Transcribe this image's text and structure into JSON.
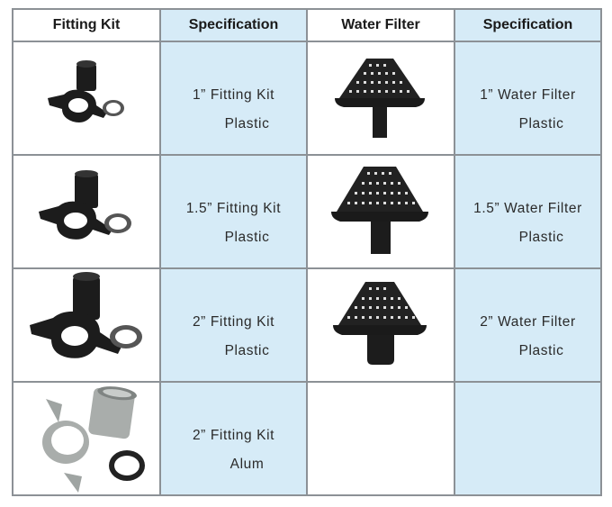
{
  "table": {
    "headers": [
      "Fitting Kit",
      "Specification",
      "Water Filter",
      "Specification"
    ],
    "rows": [
      {
        "fitting_kit_image": "black-plastic-fitting-kit-1in",
        "fitting_spec": {
          "line1": "1” Fitting Kit",
          "line2": "Plastic"
        },
        "water_filter_image": "black-cone-water-filter-1in",
        "filter_spec": {
          "line1": "1” Water Filter",
          "line2": "Plastic"
        }
      },
      {
        "fitting_kit_image": "black-plastic-fitting-kit-1.5in",
        "fitting_spec": {
          "line1": "1.5” Fitting Kit",
          "line2": "Plastic"
        },
        "water_filter_image": "black-cone-water-filter-1.5in",
        "filter_spec": {
          "line1": "1.5” Water Filter",
          "line2": "Plastic"
        }
      },
      {
        "fitting_kit_image": "black-plastic-fitting-kit-2in",
        "fitting_spec": {
          "line1": "2” Fitting Kit",
          "line2": "Plastic"
        },
        "water_filter_image": "black-cone-water-filter-2in",
        "filter_spec": {
          "line1": "2” Water Filter",
          "line2": "Plastic"
        }
      },
      {
        "fitting_kit_image": "aluminum-fitting-kit-2in",
        "fitting_spec": {
          "line1": "2” Fitting Kit",
          "line2": "Alum"
        },
        "water_filter_image": "",
        "filter_spec": {
          "line1": "",
          "line2": ""
        }
      }
    ]
  },
  "colors": {
    "spec_background": "#d6ebf7",
    "border": "#8c9196",
    "plastic_part": "#1c1c1c",
    "aluminum_part": "#a9adab"
  }
}
